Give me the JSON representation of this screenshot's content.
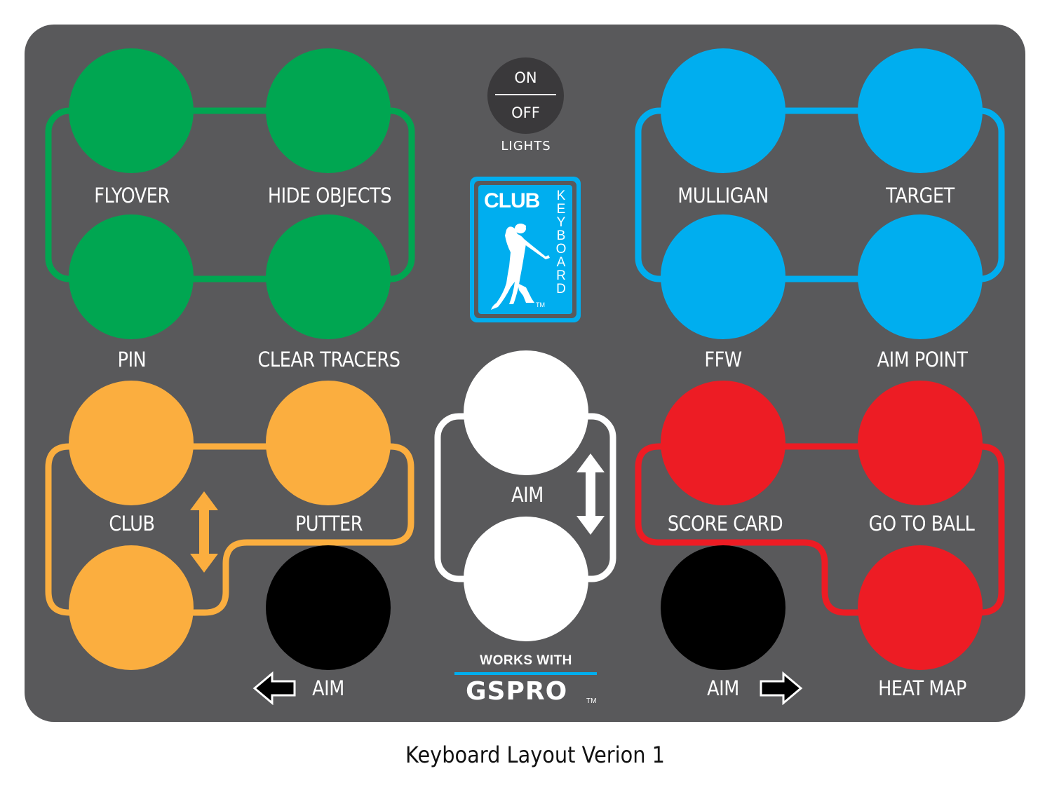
{
  "colors": {
    "board": "#59595b",
    "green": "#00a651",
    "blue": "#00aeef",
    "orange": "#fbae3f",
    "red": "#ed1c24",
    "white": "#ffffff",
    "black": "#000000",
    "lights_button": "#3a393b"
  },
  "lights": {
    "on_label": "ON",
    "off_label": "OFF",
    "caption": "LIGHTS"
  },
  "logo": {
    "brand_left": "CLUB",
    "brand_vertical": [
      "K",
      "E",
      "Y",
      "B",
      "O",
      "A",
      "R",
      "D"
    ],
    "tm": "TM",
    "icon": "golfer-swing-icon"
  },
  "groups": {
    "green": {
      "keys": [
        {
          "label": "FLYOVER"
        },
        {
          "label": "HIDE OBJECTS"
        },
        {
          "label": "PIN"
        },
        {
          "label": "CLEAR TRACERS"
        }
      ]
    },
    "blue": {
      "keys": [
        {
          "label": "MULLIGAN"
        },
        {
          "label": "TARGET"
        },
        {
          "label": "FFW"
        },
        {
          "label": "AIM POINT"
        }
      ]
    },
    "orange": {
      "keys": [
        {
          "label": "CLUB"
        },
        {
          "label": "PUTTER"
        },
        {
          "label": ""
        }
      ],
      "arrow": "up-down-arrow-icon"
    },
    "white": {
      "label": "AIM",
      "arrow": "up-down-arrow-icon"
    },
    "red": {
      "keys": [
        {
          "label": "SCORE CARD"
        },
        {
          "label": "GO TO BALL"
        },
        {
          "label": "HEAT MAP"
        }
      ]
    },
    "black": {
      "left": {
        "label": "AIM",
        "arrow": "left-arrow-icon"
      },
      "right": {
        "label": "AIM",
        "arrow": "right-arrow-icon"
      }
    }
  },
  "partner": {
    "works_with": "WORKS WITH",
    "name": "GSPRO",
    "tm": "TM"
  },
  "caption": "Keyboard Layout Verion 1"
}
